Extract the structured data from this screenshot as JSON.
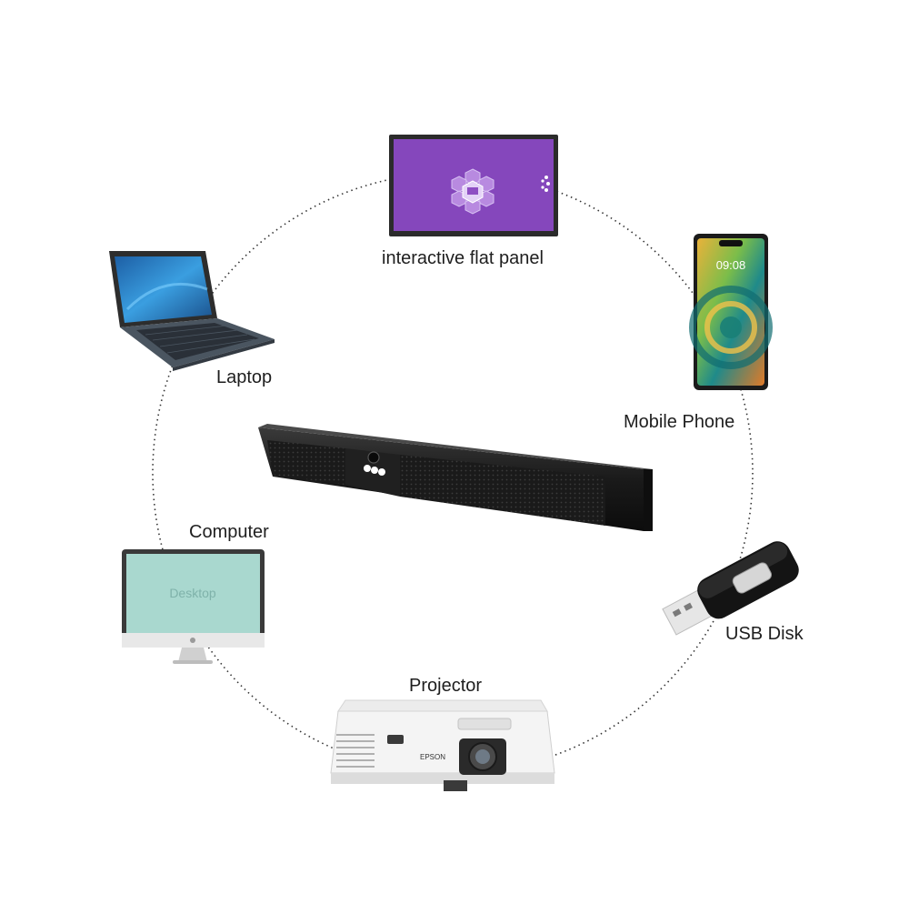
{
  "devices": {
    "panel": {
      "label": "interactive flat panel"
    },
    "phone": {
      "label": "Mobile Phone",
      "time": "09:08"
    },
    "laptop": {
      "label": "Laptop"
    },
    "computer": {
      "label": "Computer",
      "screen_text": "Desktop"
    },
    "usb": {
      "label": "USB Disk"
    },
    "projector": {
      "label": "Projector",
      "brand": "EPSON"
    }
  },
  "colors": {
    "panel_screen": "#8e4fc3",
    "computer_screen": "#a9d8cf",
    "laptop_screen": "#2f86c9",
    "soundbar": "#1b1b1b",
    "connector_line": "#333333"
  },
  "icons": [
    "interactive-flat-panel",
    "mobile-phone",
    "laptop",
    "desktop-computer",
    "usb-disk",
    "projector",
    "soundbar-camera"
  ]
}
